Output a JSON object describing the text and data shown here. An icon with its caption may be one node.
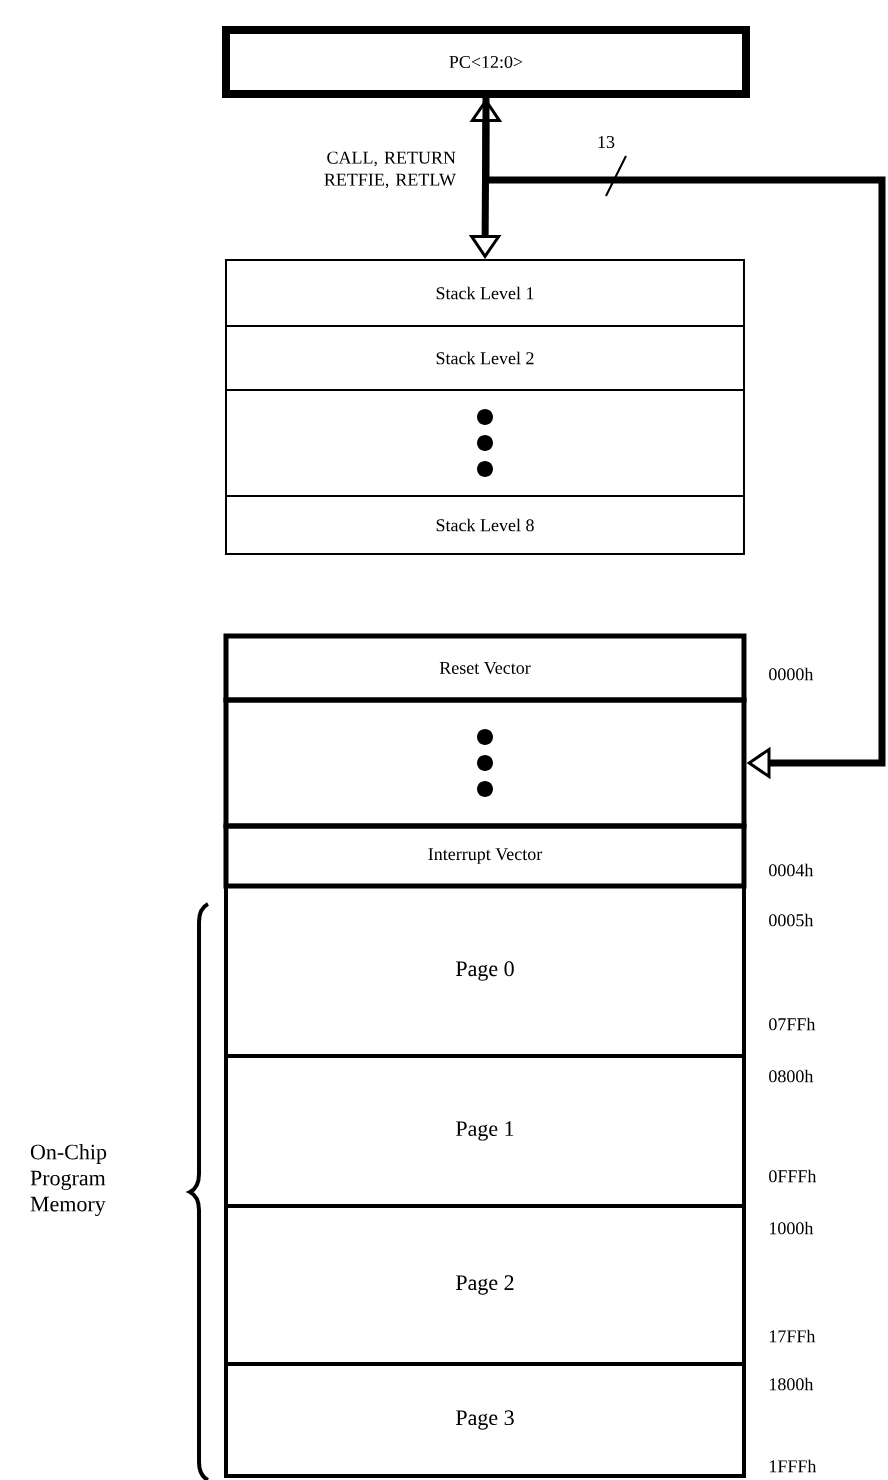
{
  "diagram": {
    "nodes": [
      {
        "text": [
          "PC<12:0>"
        ]
      },
      {
        "text": [
          "Stack Level 1"
        ]
      },
      {
        "text": [
          "Stack Level 2"
        ]
      },
      {
        "text": [],
        "shape": "box"
      },
      {
        "text": [
          "Stack Level 8"
        ]
      },
      {
        "text": [
          "Reset Vector"
        ],
        "beside": [
          "0000h"
        ]
      },
      {
        "text": [],
        "shape": "box"
      },
      {
        "text": [
          "Interrupt Vector"
        ],
        "beside": [
          "0004h"
        ]
      },
      {
        "text": [
          "Page 0"
        ],
        "beside": [
          "0005h",
          "07FFh"
        ]
      },
      {
        "text": [
          "Page 1"
        ],
        "beside": [
          "0800h",
          "0FFFh"
        ]
      },
      {
        "text": [
          "Page 2"
        ],
        "beside": [
          "1000h",
          "17FFh"
        ]
      },
      {
        "text": [
          "Page 3"
        ],
        "beside": [
          "1800h",
          "1FFFh"
        ]
      }
    ],
    "edges": [
      {
        "from": 0,
        "to": 1,
        "arrow": "both",
        "label": "CALL, RETURN RETFIE, RETLW"
      },
      {
        "from": 0,
        "to": 6,
        "arrow": "to",
        "label": "13"
      }
    ],
    "labels": [
      "On-Chip Program Memory"
    ]
  }
}
